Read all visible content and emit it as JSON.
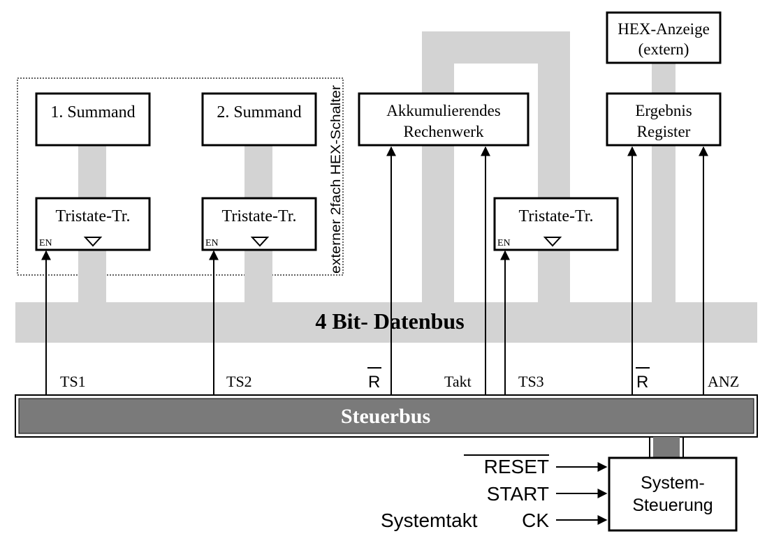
{
  "colors": {
    "data_bus": "#d3d3d3",
    "control_bus": "#7a7a7a",
    "box_border": "#000000",
    "text": "#000000"
  },
  "data_bus": {
    "label": "4 Bit- Datenbus"
  },
  "control_bus": {
    "label": "Steuerbus"
  },
  "hex_switch_group": {
    "label": "externer 2fach HEX-Schalter"
  },
  "boxes": {
    "summand1": "1. Summand",
    "summand2": "2. Summand",
    "accumulator": [
      "Akkumulierendes",
      "Rechenwerk"
    ],
    "result_register": [
      "Ergebnis",
      "Register"
    ],
    "hex_display": [
      "HEX-Anzeige",
      "(extern)"
    ],
    "tristate1": "Tristate-Tr.",
    "tristate2": "Tristate-Tr.",
    "tristate3": "Tristate-Tr.",
    "system_control": [
      "System-",
      "Steuerung"
    ]
  },
  "enable_label": "EN",
  "signals": {
    "ts1": "TS1",
    "ts2": "TS2",
    "r1": "R",
    "takt": "Takt",
    "ts3": "TS3",
    "r2": "R",
    "anz": "ANZ"
  },
  "inputs": {
    "reset": "RESET",
    "start": "START",
    "systemtakt": "Systemtakt",
    "ck": "CK"
  }
}
